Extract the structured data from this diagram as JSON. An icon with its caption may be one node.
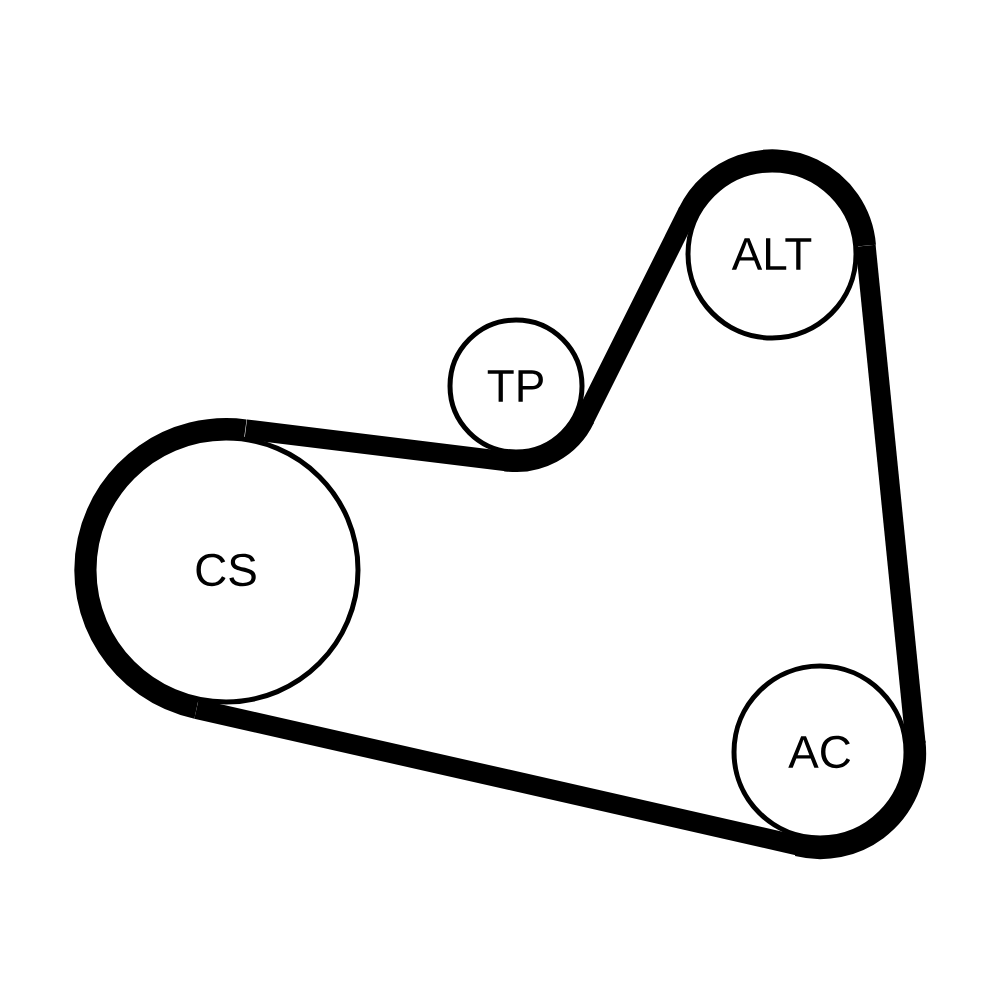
{
  "diagram": {
    "nodes": [
      {
        "text": [
          "ALT"
        ]
      },
      {
        "text": [
          "TP"
        ]
      },
      {
        "text": [
          "CS"
        ]
      },
      {
        "text": [
          "AC"
        ]
      }
    ],
    "edges": [
      {
        "from": 2,
        "to": 1,
        "arrow": "none"
      },
      {
        "from": 1,
        "to": 0,
        "arrow": "none"
      },
      {
        "from": 0,
        "to": 3,
        "arrow": "none"
      },
      {
        "from": 3,
        "to": 2,
        "arrow": "none"
      }
    ]
  }
}
